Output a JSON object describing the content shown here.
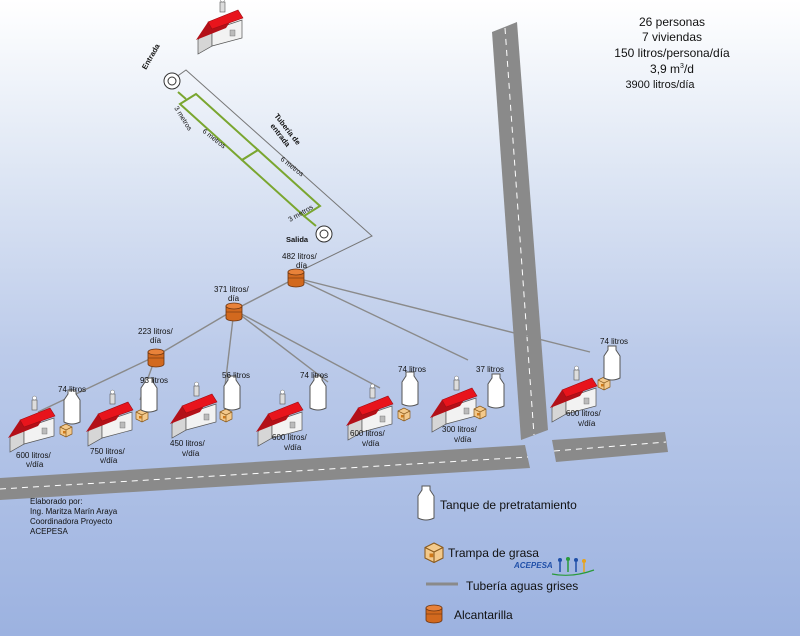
{
  "summary": {
    "personas": "26 personas",
    "viviendas": "7 viviendas",
    "consumo": "150 litros/persona/día",
    "caudal_m3_num": "3,9 m",
    "caudal_m3_exp": "3",
    "caudal_m3_unit": "/d",
    "caudal_litros": "3900 litros/día"
  },
  "wetland": {
    "entrada": "Entrada",
    "salida": "Salida",
    "tuberia_1": "Tubería de",
    "tuberia_2": "entrada",
    "dim_a": "3 metros",
    "dim_b": "6 metros",
    "dim_c": "6 metros",
    "dim_d": "3 metros"
  },
  "manholes": {
    "m1_l1": "482 litros/",
    "m1_l2": "día",
    "m2_l1": "371 litros/",
    "m2_l2": "día",
    "m3_l1": "223 litros/",
    "m3_l2": "día"
  },
  "houses": [
    {
      "tank": "74 litros",
      "flow1": "600 litros/",
      "flow2": "v/día"
    },
    {
      "tank": "93 litros",
      "flow1": "750 litros/",
      "flow2": "v/día"
    },
    {
      "tank": "56 litros",
      "flow1": "450 litros/",
      "flow2": "v/día"
    },
    {
      "tank": "74 litros",
      "flow1": "600 litros/",
      "flow2": "v/día"
    },
    {
      "tank": "74 litros",
      "flow1": "600 litros/",
      "flow2": "v/día"
    },
    {
      "tank": "37 litros",
      "flow1": "300 litros/",
      "flow2": "v/día"
    },
    {
      "tank": "74 litros",
      "flow1": "600 litros/",
      "flow2": "v/día"
    }
  ],
  "credits": {
    "line1": "Elaborado por:",
    "line2": "Ing. Maritza Marín Araya",
    "line3": "Coordinadora Proyecto",
    "line4": "ACEPESA"
  },
  "legend": {
    "tanque": "Tanque de pretratamiento",
    "trampa": "Trampa de grasa",
    "tuberia": "Tubería aguas grises",
    "alcantarilla": "Alcantarilla"
  },
  "logo": {
    "text": "ACEPESA"
  },
  "colors": {
    "roof": "#e8141c",
    "wall": "#eeeeee",
    "road": "#888888",
    "wetland": "#8dc63f",
    "manhole": "#d2691e",
    "pipe": "#8a8a8a"
  }
}
